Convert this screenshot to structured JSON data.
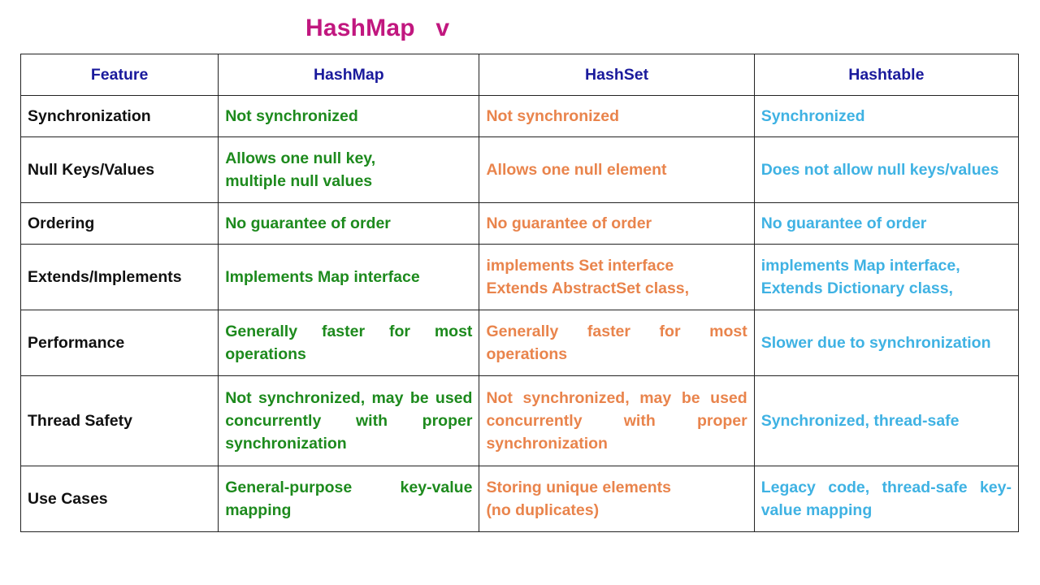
{
  "title": "HashMap   v",
  "colors": {
    "title": "#c1177f",
    "header": "#1a1a9c",
    "hashmap": "#1d8a1d",
    "hashset": "#e9844c",
    "hashtable": "#3fb2e3",
    "feature": "#111111"
  },
  "table": {
    "headers": [
      "Feature",
      "HashMap",
      "HashSet",
      "Hashtable"
    ],
    "rows": [
      {
        "feature": "Synchronization",
        "hashmap": "Not synchronized",
        "hashset": "Not synchronized",
        "hashtable": "Synchronized"
      },
      {
        "feature": "Null Keys/Values",
        "hashmap": "Allows one null key,\nmultiple null values",
        "hashset": "Allows one null element",
        "hashtable": "Does not allow null keys/values"
      },
      {
        "feature": "Ordering",
        "hashmap": "No guarantee of order",
        "hashset": "No guarantee of order",
        "hashtable": "No guarantee of order"
      },
      {
        "feature": "Extends/Implements",
        "hashmap": "Implements Map interface",
        "hashset": "implements Set interface\nExtends AbstractSet class,",
        "hashtable": "implements Map interface,\nExtends Dictionary class,"
      },
      {
        "feature": "Performance",
        "hashmap": "Generally faster for most operations",
        "hashset": "Generally faster for most operations",
        "hashtable": "Slower due to synchronization"
      },
      {
        "feature": "Thread Safety",
        "hashmap": "Not synchronized, may be used concurrently with proper synchronization",
        "hashset": "Not synchronized, may be used concurrently with proper synchronization",
        "hashtable": "Synchronized, thread-safe"
      },
      {
        "feature": "Use Cases",
        "hashmap": "General-purpose key-value mapping",
        "hashset": "Storing unique elements\n(no duplicates)",
        "hashtable": "Legacy code, thread-safe key-value mapping"
      }
    ]
  }
}
